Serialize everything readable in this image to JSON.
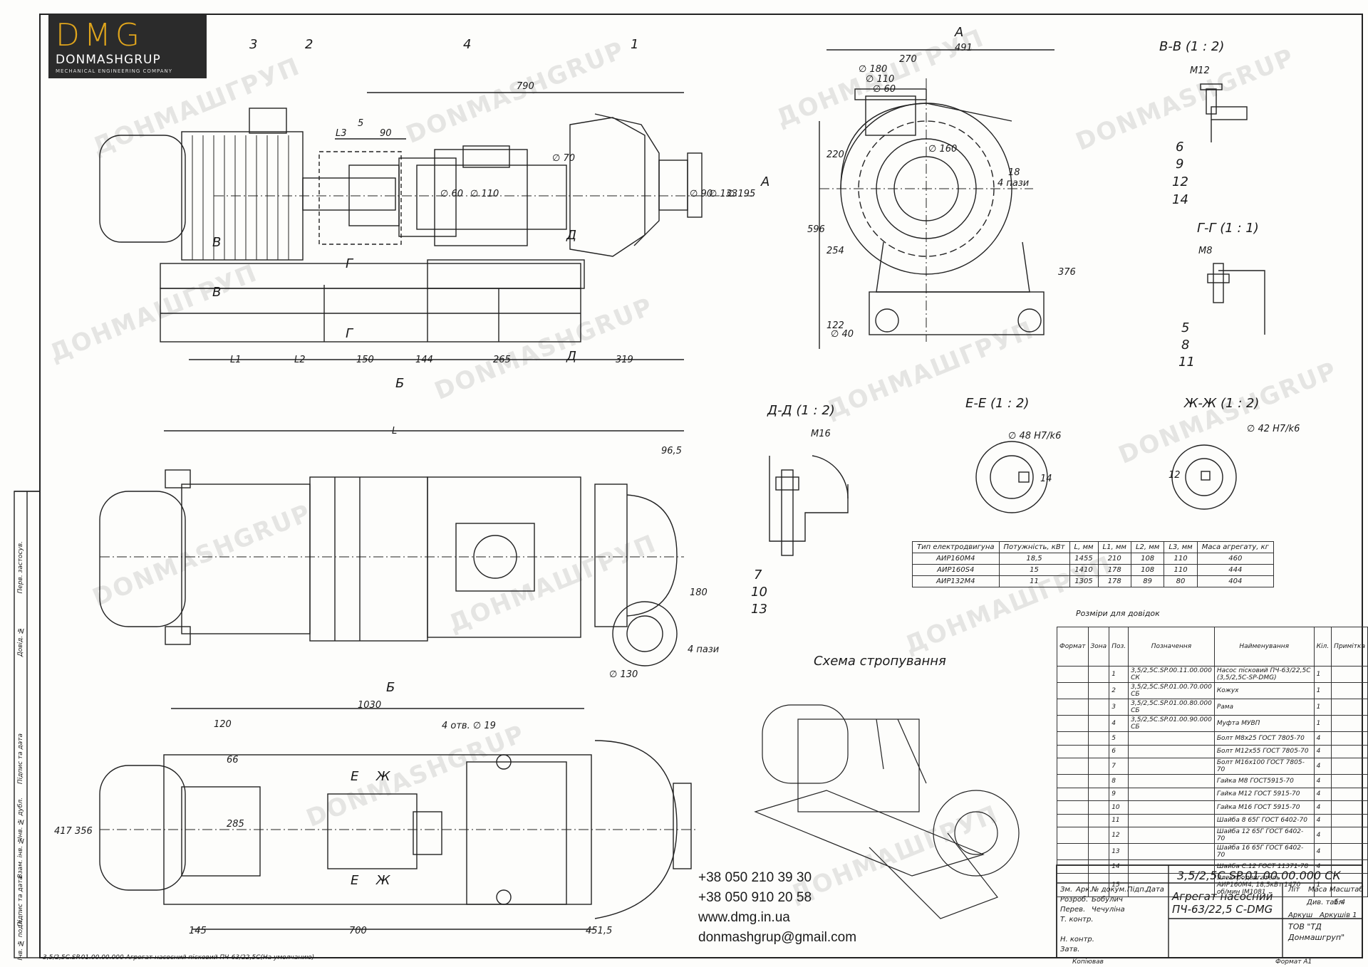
{
  "logo": {
    "mark": "DMG",
    "name": "DONMASHGRUP",
    "sub": "MECHANICAL ENGINEERING COMPANY"
  },
  "watermarks": [
    "ДОНМАШГРУП",
    "DONMASHGRUP"
  ],
  "callouts": {
    "c1": "1",
    "c2": "2",
    "c3": "3",
    "c4": "4",
    "c5": "5",
    "c6": "6",
    "c7": "7",
    "c8": "8",
    "c9": "9",
    "c10": "10",
    "c11": "11",
    "c12": "12",
    "c13": "13",
    "c14": "14"
  },
  "views": {
    "a": "А",
    "b": "Б",
    "bb": "В-В (1 : 2)",
    "gg": "Г-Г (1 : 1)",
    "dd": "Д-Д (1 : 2)",
    "ee": "Е-Е (1 : 2)",
    "zz": "Ж-Ж (1 : 2)",
    "sling": "Схема стропування",
    "v": "В",
    "g": "Г",
    "d": "Д",
    "e": "Е",
    "zh": "Ж"
  },
  "dims": {
    "d790": "790",
    "d90": "90",
    "d5": "5",
    "dL3": "L3",
    "dL1": "L1",
    "dL2": "L2",
    "d150": "150",
    "d144": "144",
    "d265": "265",
    "d319": "319",
    "d491": "491",
    "d270": "270",
    "d180": "∅ 180",
    "d110": "∅ 110",
    "d60": "∅ 60",
    "d220": "220",
    "d596": "596",
    "d254": "254",
    "d122": "122",
    "d376": "376",
    "d40": "∅ 40",
    "d160": "∅ 160",
    "holes4": "4 пази",
    "d18": "18",
    "dL": "L",
    "d965": "96,5",
    "d180b": "180",
    "d130": "∅ 130",
    "d1030": "1030",
    "d120": "120",
    "d66": "66",
    "d285": "285",
    "d356": "356",
    "d417": "417",
    "holes19": "4 отв. ∅ 19",
    "d145": "145",
    "d700": "700",
    "d4515": "451,5",
    "m12": "M12",
    "m8": "M8",
    "m16": "M16",
    "fit48": "∅ 48 H7/k6",
    "fit42": "∅ 42 H7/k6",
    "d14": "14",
    "d12": "12",
    "d70": "∅ 70",
    "d60b": "∅ 60",
    "d110b": "∅ 110",
    "d90b": "∅ 90",
    "d133": "∅ 133",
    "d195": "∅ 195"
  },
  "spec": {
    "headers": [
      "Тип електродвигуна",
      "Потужність, кВт",
      "L, мм",
      "L1, мм",
      "L2, мм",
      "L3, мм",
      "Маса агрегату, кг"
    ],
    "rows": [
      [
        "АИР160М4",
        "18,5",
        "1455",
        "210",
        "108",
        "110",
        "460"
      ],
      [
        "АИР160S4",
        "15",
        "1410",
        "178",
        "108",
        "110",
        "444"
      ],
      [
        "АИР132М4",
        "11",
        "1305",
        "178",
        "89",
        "80",
        "404"
      ]
    ],
    "note": "Розміри для довідок"
  },
  "bom": {
    "headers": [
      "Формат",
      "Зона",
      "Поз.",
      "Позначення",
      "Найменування",
      "Кіл.",
      "Примітка"
    ],
    "rows": [
      [
        "",
        "",
        "1",
        "3,5/2,5С.SP.00.11.00.000 СК",
        "Насос пісковий ПЧ-63/22,5С (3,5/2,5С-SP-DMG)",
        "1",
        ""
      ],
      [
        "",
        "",
        "2",
        "3,5/2,5С.SP.01.00.70.000 СБ",
        "Кожух",
        "1",
        ""
      ],
      [
        "",
        "",
        "3",
        "3,5/2,5С.SP.01.00.80.000 СБ",
        "Рама",
        "1",
        ""
      ],
      [
        "",
        "",
        "4",
        "3,5/2,5С.SP.01.00.90.000 СБ",
        "Муфта МУВП",
        "1",
        ""
      ],
      [
        "",
        "",
        "5",
        "",
        "Болт М8х25 ГОСТ 7805-70",
        "4",
        ""
      ],
      [
        "",
        "",
        "6",
        "",
        "Болт М12х55 ГОСТ 7805-70",
        "4",
        ""
      ],
      [
        "",
        "",
        "7",
        "",
        "Болт М16х100 ГОСТ 7805-70",
        "4",
        ""
      ],
      [
        "",
        "",
        "8",
        "",
        "Гайка М8 ГОСТ5915-70",
        "4",
        ""
      ],
      [
        "",
        "",
        "9",
        "",
        "Гайка М12 ГОСТ 5915-70",
        "4",
        ""
      ],
      [
        "",
        "",
        "10",
        "",
        "Гайка М16 ГОСТ 5915-70",
        "4",
        ""
      ],
      [
        "",
        "",
        "11",
        "",
        "Шайба 8 65Г ГОСТ 6402-70",
        "4",
        ""
      ],
      [
        "",
        "",
        "12",
        "",
        "Шайба 12 65Г ГОСТ 6402-70",
        "4",
        ""
      ],
      [
        "",
        "",
        "13",
        "",
        "Шайба 16 65Г ГОСТ 6402-70",
        "4",
        ""
      ],
      [
        "",
        "",
        "14",
        "",
        "Шайба С.12 ГОСТ 11371-78",
        "4",
        ""
      ],
      [
        "",
        "",
        "15",
        "",
        "Электродвигатель АИР160М4, 18,5кВт 1470 об/мин IM1081",
        "1",
        ""
      ]
    ]
  },
  "title_block": {
    "code": "3,5/2,5С.SP.01.00.00.000 СК",
    "name1": "Агрегат насосний",
    "name2": "ПЧ-63/22,5 С-DMG",
    "company1": "ТОВ \"ТД",
    "company2": "Донмашгруп\"",
    "lit": "Літ",
    "mass": "Маса",
    "scale": "Масштаб",
    "mass_val": "Див. табл",
    "scale_val": "1:4",
    "sheet": "Аркуш",
    "sheets": "Аркушів 1",
    "roles": [
      "Зм.",
      "Арк.",
      "№ докум.",
      "Підп.",
      "Дата",
      "Розроб.",
      "Перев.",
      "Т. контр.",
      "Н. контр.",
      "Затв."
    ],
    "dev": "Бобулич",
    "check": "Чечуліна",
    "copied": "Копіював",
    "format": "Формат А1"
  },
  "contacts": [
    "+38 050 210 39 30",
    "+38 050 910 20 58",
    "www.dmg.in.ua",
    "donmashgrup@gmail.com"
  ],
  "footer": "3,5/2,5С.SP.01.00.00.000 Агрегат насосний пісковий ПЧ-63/22,5С(На умолчанию)",
  "side": [
    "Перв. застосув.",
    "Довід. №",
    "Підпис та дата",
    "Інв. № дубл.",
    "Взам. інв. №",
    "Підпис та дата",
    "Інв. № подл."
  ]
}
